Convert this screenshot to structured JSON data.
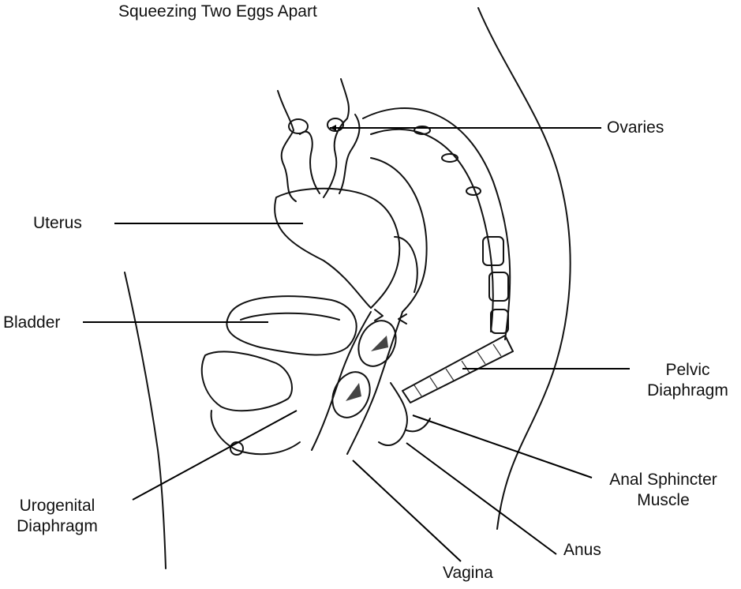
{
  "caption_top": "Squeezing Two Eggs Apart",
  "labels": {
    "ovaries": "Ovaries",
    "uterus": "Uterus",
    "bladder": "Bladder",
    "pelvic_diaphragm_line1": "Pelvic",
    "pelvic_diaphragm_line2": "Diaphragm",
    "anal_sphincter_line1": "Anal Sphincter",
    "anal_sphincter_line2": "Muscle",
    "urogenital_line1": "Urogenital",
    "urogenital_line2": "Diaphragm",
    "anus": "Anus",
    "vagina": "Vagina"
  }
}
